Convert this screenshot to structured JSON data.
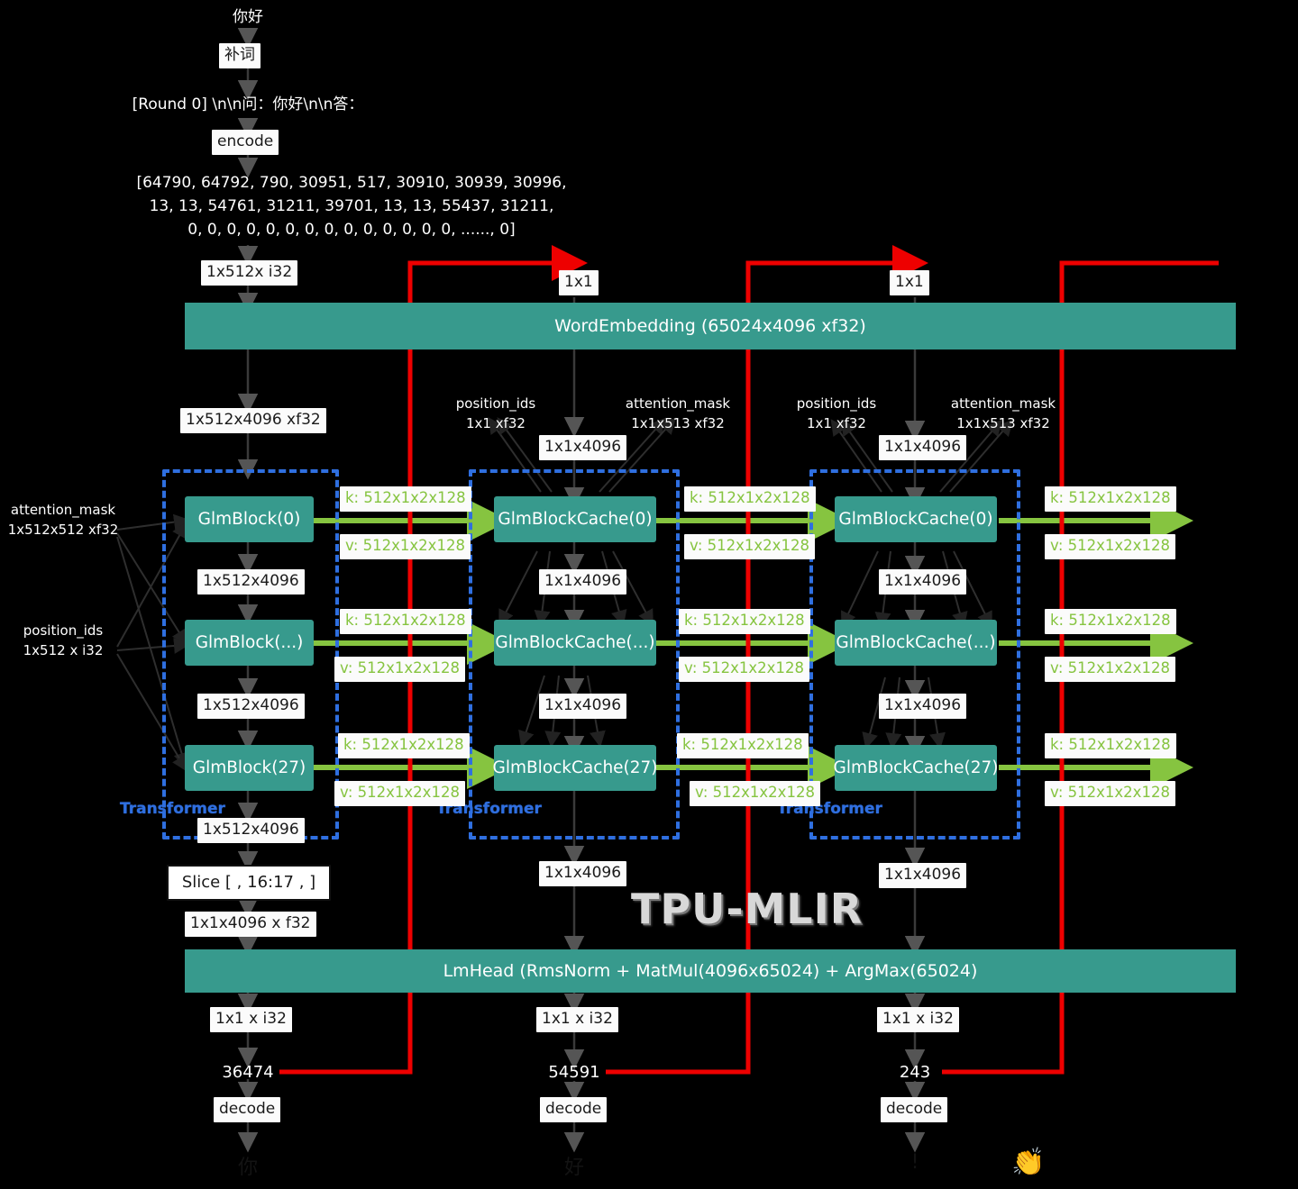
{
  "watermark": "TPU-MLIR",
  "colors": {
    "teal": "#379a8d",
    "red": "#ee0000",
    "green": "#86c440",
    "blue_dash": "#2f6fe0",
    "background": "#000000",
    "chip_bg": "#fbfbfb"
  },
  "pipeline": {
    "user_input": "你好",
    "pad_op": "补词",
    "prompt": "[Round 0] \\n\\n问：你好\\n\\n答：",
    "encode_op": "encode",
    "token_ids": [
      "[64790, 64792, 790, 30951, 517, 30910, 30939, 30996,",
      "13, 13, 54761, 31211, 39701, 13, 13, 55437, 31211,",
      "0, 0, 0, 0, 0, 0, 0, 0, 0, 0, 0, 0, 0, 0, ......, 0]"
    ],
    "input_shape": "1x512x i32",
    "word_embedding": "WordEmbedding (65024x4096 xf32)",
    "embedding_out": "1x512x4096 xf32",
    "slice_op": "Slice [ , 16:17 , ]",
    "slice_out": "1x1x4096 x f32",
    "lm_head": "LmHead (RmsNorm + MatMul(4096x65024) + ArgMax(65024)",
    "lm_out_shape": "1x1 x i32",
    "decode_op": "decode"
  },
  "shapes": {
    "one_by_one": "1x1",
    "step_hidden": "1x1x4096",
    "prefill_hidden": "1x512x4096",
    "k_cache": "k: 512x1x2x128",
    "v_cache": "v: 512x1x2x128"
  },
  "side_inputs": {
    "prefill_attention_mask_name": "attention_mask",
    "prefill_attention_mask_shape": "1x512x512 xf32",
    "prefill_position_ids_name": "position_ids",
    "prefill_position_ids_shape": "1x512 x i32",
    "decode_attention_mask_name": "attention_mask",
    "decode_attention_mask_shape": "1x1x513 xf32",
    "decode_position_ids_name": "position_ids",
    "decode_position_ids_shape": "1x1 xf32"
  },
  "group_label": "Transformer",
  "columns": [
    {
      "id": "prefill",
      "blocks": [
        "GlmBlock(0)",
        "GlmBlock(...)",
        "GlmBlock(27)"
      ],
      "token": "36474",
      "decoded_char": "你"
    },
    {
      "id": "decode-step-1",
      "blocks": [
        "GlmBlockCache(0)",
        "GlmBlockCache(...)",
        "GlmBlockCache(27)"
      ],
      "token": "54591",
      "decoded_char": "好"
    },
    {
      "id": "decode-step-2",
      "blocks": [
        "GlmBlockCache(0)",
        "GlmBlockCache(...)",
        "GlmBlockCache(27)"
      ],
      "token": "243",
      "decoded_char": "!"
    }
  ],
  "final_emoji": "👏"
}
